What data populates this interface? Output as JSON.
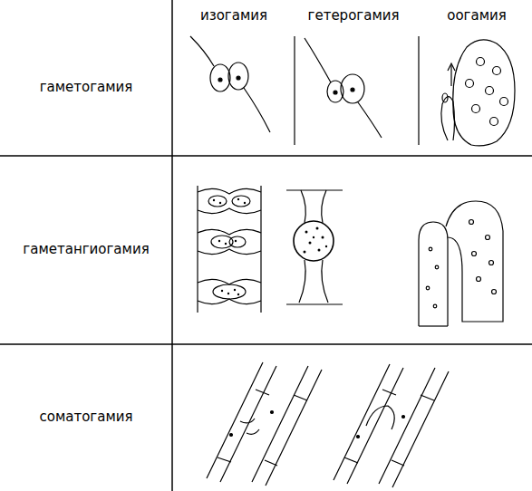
{
  "diagram": {
    "labels": [
      "изогамия",
      "гетерогамия",
      "оогамия",
      "гаметогамия",
      "гаметангиогамия",
      "соматогамия"
    ]
  }
}
